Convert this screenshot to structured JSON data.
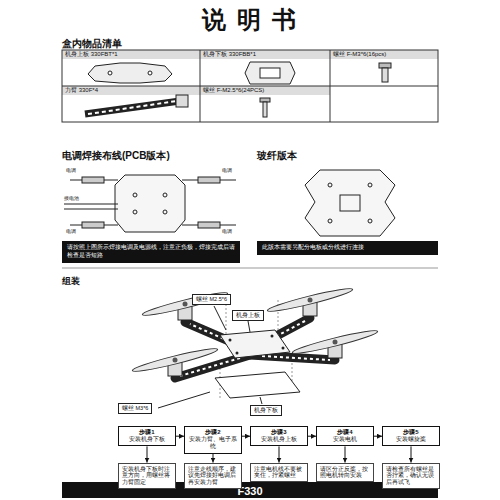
{
  "diagram": {
    "title": "说 明 书",
    "caption": "F330",
    "nodes": [
      {
        "text": [
          "请按照上图所示焊接电调及电源线，注意正负极，焊接完成后请检查是否短路"
        ]
      },
      {
        "text": [
          "此版本需要另配分电板或分线进行连接"
        ]
      },
      {
        "text": [
          "螺丝 M2.5*6"
        ]
      },
      {
        "text": [
          "机身上板"
        ]
      },
      {
        "text": [
          "螺丝 M3*6"
        ]
      },
      {
        "text": [
          "机身下板"
        ]
      },
      {
        "text": [
          "步骤1",
          "安装机身下板"
        ]
      },
      {
        "text": [
          "步骤2",
          "安装力臂、电子系统"
        ]
      },
      {
        "text": [
          "步骤3",
          "安装机身上板"
        ]
      },
      {
        "text": [
          "步骤4",
          "安装电机"
        ]
      },
      {
        "text": [
          "步骤5",
          "安装螺旋桨"
        ]
      },
      {
        "text": [
          "安装机身下板时注意方向，用螺丝将力臂固定"
        ]
      },
      {
        "text": [
          "注意走线顺序，建议先焊接好电调后再安装力臂"
        ]
      },
      {
        "text": [
          "注意电机线不要被夹住，拧紧螺丝"
        ]
      },
      {
        "text": [
          "请区分正反桨，按照电机转向安装"
        ]
      },
      {
        "text": [
          "请检查所有螺丝是否拧紧，确认无误后再试飞"
        ]
      }
    ],
    "edges": [
      {
        "from": 6,
        "to": 7,
        "arrow": "to"
      },
      {
        "from": 7,
        "to": 8,
        "arrow": "to"
      },
      {
        "from": 8,
        "to": 9,
        "arrow": "to"
      },
      {
        "from": 9,
        "to": 10,
        "arrow": "to"
      },
      {
        "from": 6,
        "to": 11,
        "arrow": "to"
      },
      {
        "from": 7,
        "to": 12,
        "arrow": "to"
      },
      {
        "from": 8,
        "to": 13,
        "arrow": "to"
      },
      {
        "from": 9,
        "to": 14,
        "arrow": "to"
      },
      {
        "from": 10,
        "to": 15,
        "arrow": "to"
      }
    ],
    "labels": [
      "盒内物品清单",
      "机身上板 330FBT*1",
      "机身下板 330FBB*1",
      "螺丝 F-M3*6(16pcs)",
      "力臂 330F*4",
      "螺丝 F-M2.5*6(24PCS)",
      "电调焊接布线(PCB版本)",
      "玻纤版本",
      "电调",
      "电调",
      "电调",
      "电调",
      "接电池",
      "组装"
    ]
  }
}
